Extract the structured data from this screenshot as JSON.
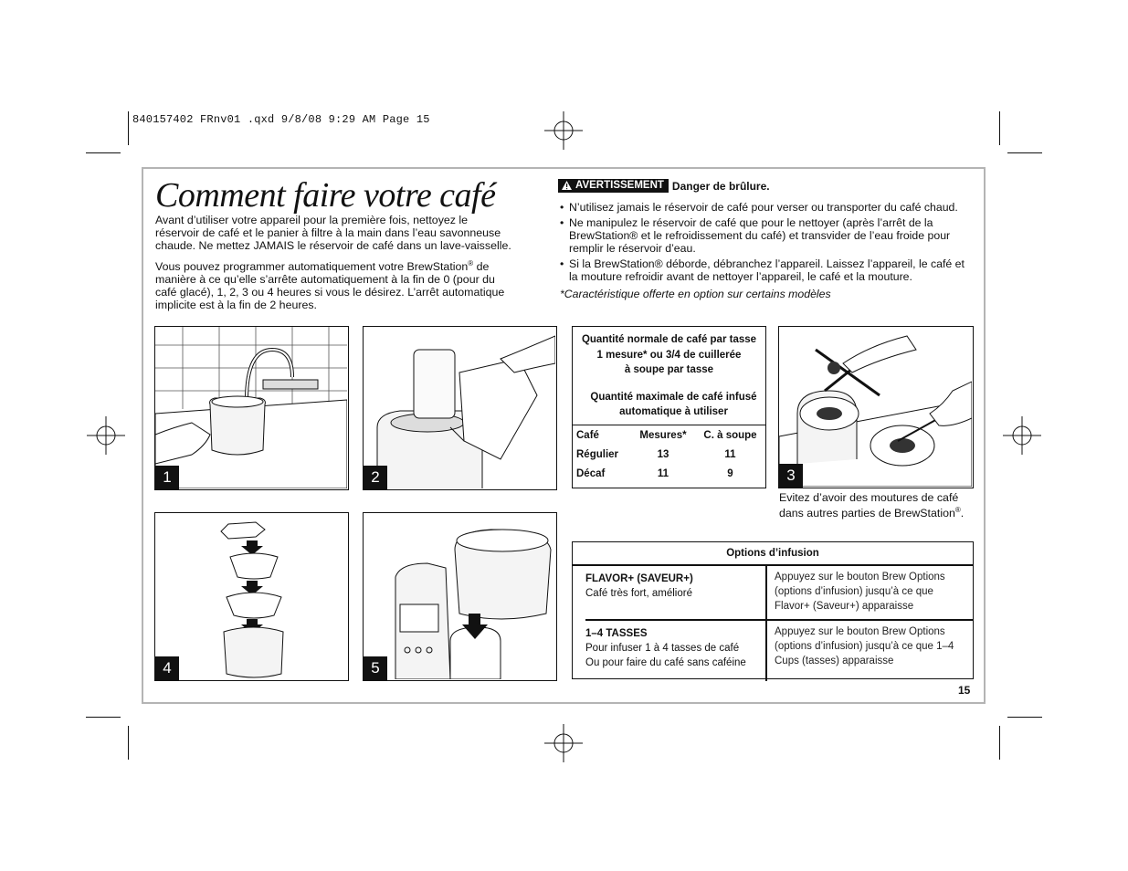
{
  "slug": "840157402 FRnv01 .qxd  9/8/08  9:29 AM  Page 15",
  "title": "Comment faire votre café",
  "intro": {
    "p1": "Avant d’utiliser votre appareil pour la première fois, nettoyez le réservoir de café et le panier à filtre à la main dans l’eau savonneuse chaude. Ne mettez JAMAIS le réservoir de café dans un lave-vaisselle.",
    "p2_before": "Vous pouvez programmer automatiquement votre BrewStation",
    "p2_after": " de manière à ce qu’elle s’arrête automatiquement à la fin de 0 (pour du café glacé), 1, 2, 3 ou 4 heures si vous le désirez. L’arrêt automatique implicite est à la fin de 2 heures.",
    "reg": "®"
  },
  "warning": {
    "badge": "AVERTISSEMENT",
    "headline": "Danger de brûlure.",
    "items": [
      "N’utilisez jamais le réservoir de café pour verser ou transporter du café chaud.",
      "Ne manipulez le réservoir de café que pour le nettoyer (après l’arrêt de la BrewStation® et le refroidissement du café) et transvider de l’eau froide pour remplir le réservoir d’eau.",
      "Si la BrewStation® déborde, débranchez l’appareil. Laissez l’appareil, le café et la mouture refroidir avant de nettoyer l’appareil, le café et la mouture."
    ],
    "footnote": "*Caractéristique offerte en option sur certains modèles"
  },
  "steps": [
    "1",
    "2",
    "3",
    "4",
    "5"
  ],
  "quantity_table": {
    "head1": "Quantité normale de café par tasse",
    "head2": "1 mesure* ou 3/4 de cuillerée",
    "head3": "à soupe par tasse",
    "head4": "Quantité maximale de café infusé",
    "head5": "automatique à utiliser",
    "columns": [
      "Café",
      "Mesures*",
      "C. à soupe"
    ],
    "rows": [
      [
        "Régulier",
        "13",
        "11"
      ],
      [
        "Décaf",
        "11",
        "9"
      ]
    ]
  },
  "caption3": {
    "text": "Evitez d’avoir des moutures de café dans autres parties de BrewStation",
    "reg": "®",
    "end": "."
  },
  "options": {
    "title": "Options d’infusion",
    "rows": [
      {
        "name": "FLAVOR+ (SAVEUR+)",
        "desc": "Café très fort, amélioré",
        "desc2": "",
        "how": [
          "Appuyez sur le bouton Brew Options",
          "(options d’infusion) jusqu’à ce que",
          "Flavor+ (Saveur+) apparaisse"
        ]
      },
      {
        "name": "1–4 TASSES",
        "desc": "Pour infuser 1 à 4 tasses de café",
        "desc2": "Ou pour faire du café sans caféine",
        "how": [
          "Appuyez sur le bouton Brew Options",
          "(options d’infusion) jusqu’à ce que 1–4",
          "Cups (tasses) apparaisse"
        ]
      }
    ]
  },
  "page_number": "15"
}
